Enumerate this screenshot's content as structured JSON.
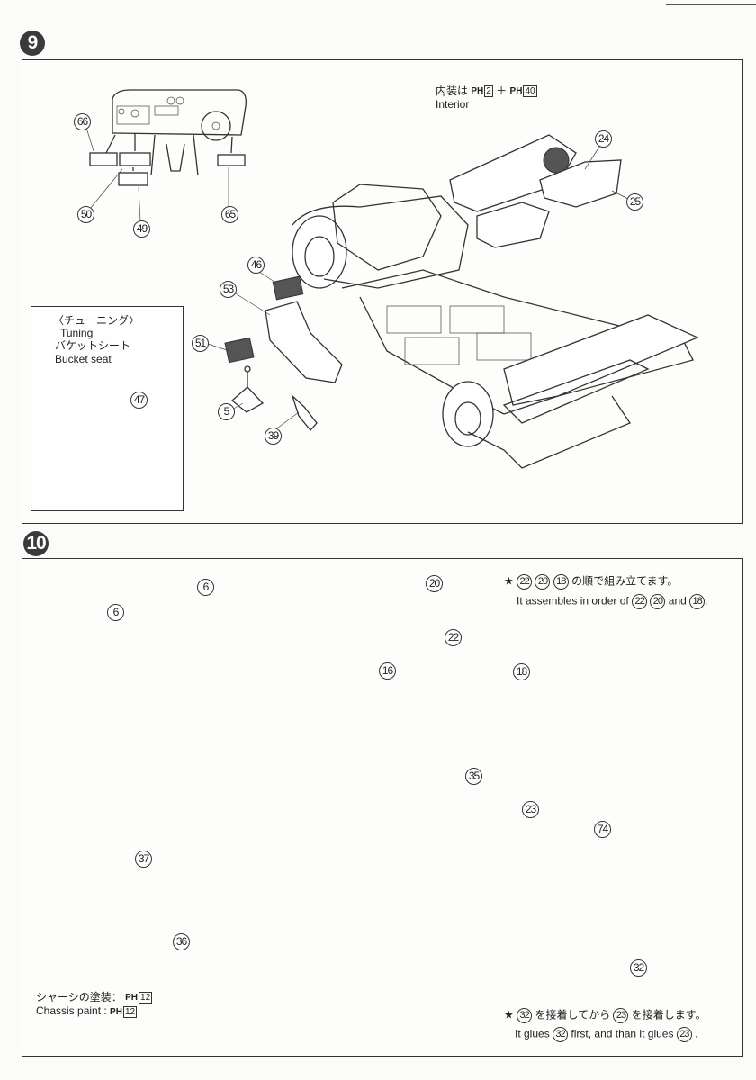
{
  "steps": [
    {
      "number": "9",
      "notes": {
        "interior_jp": "内装は",
        "interior_paint_codes": [
          "2",
          "40"
        ],
        "interior_plus": "＋",
        "interior_en": "Interior",
        "paint_prefix": "PH"
      },
      "inset": {
        "title_jp": "〈チューニング〉",
        "title_en": "Tuning",
        "subtitle_jp": "バケットシート",
        "subtitle_en": "Bucket seat",
        "part": "47"
      },
      "callouts": [
        "66",
        "50",
        "49",
        "65",
        "24",
        "25",
        "46",
        "53",
        "51",
        "5",
        "39"
      ]
    },
    {
      "number": "10",
      "order_note": {
        "star": "★",
        "parts": [
          "22",
          "20",
          "18"
        ],
        "jp_suffix": "の順で組み立てます。",
        "en_prefix": "It assembles in order of",
        "en_and": "and",
        "en_end": "."
      },
      "glue_note": {
        "star": "★",
        "first_part": "32",
        "second_part": "23",
        "jp_mid": "を接着してから",
        "jp_end": "を接着します。",
        "en_prefix": "It glues",
        "en_mid": "first, and than it glues",
        "en_end": "."
      },
      "chassis_paint": {
        "jp": "シャーシの塗装：",
        "en": "Chassis paint :",
        "paint_prefix": "PH",
        "code": "12"
      },
      "callouts": [
        "6",
        "6",
        "20",
        "22",
        "16",
        "18",
        "35",
        "23",
        "74",
        "37",
        "36",
        "32"
      ]
    }
  ]
}
